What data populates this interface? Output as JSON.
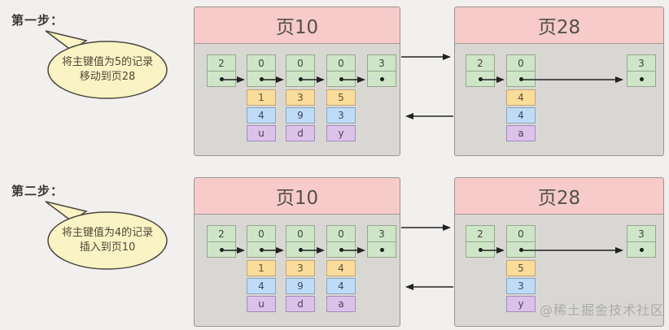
{
  "watermark": "@稀土掘金技术社区",
  "steps": [
    {
      "label": "第一步：",
      "bubble": {
        "line1": "将主键值为5的记录",
        "line2": "移动到页28"
      },
      "page10": {
        "title": "页10",
        "columns": [
          {
            "type": "2"
          },
          {
            "type": "0",
            "key": "1",
            "col2": "4",
            "col3": "u"
          },
          {
            "type": "0",
            "key": "3",
            "col2": "9",
            "col3": "d"
          },
          {
            "type": "0",
            "key": "5",
            "col2": "3",
            "col3": "y"
          },
          {
            "type": "3"
          }
        ]
      },
      "page28": {
        "title": "页28",
        "columns": [
          {
            "type": "2"
          },
          {
            "type": "0",
            "key": "4",
            "col2": "4",
            "col3": "a"
          },
          {
            "type": "3"
          }
        ]
      }
    },
    {
      "label": "第二步：",
      "bubble": {
        "line1": "将主键值为4的记录",
        "line2": "插入到页10"
      },
      "page10": {
        "title": "页10",
        "columns": [
          {
            "type": "2"
          },
          {
            "type": "0",
            "key": "1",
            "col2": "4",
            "col3": "u"
          },
          {
            "type": "0",
            "key": "3",
            "col2": "9",
            "col3": "d"
          },
          {
            "type": "0",
            "key": "4",
            "col2": "4",
            "col3": "a"
          },
          {
            "type": "3"
          }
        ]
      },
      "page28": {
        "title": "页28",
        "columns": [
          {
            "type": "2"
          },
          {
            "type": "0",
            "key": "5",
            "col2": "3",
            "col3": "y"
          },
          {
            "type": "3"
          }
        ]
      }
    }
  ]
}
